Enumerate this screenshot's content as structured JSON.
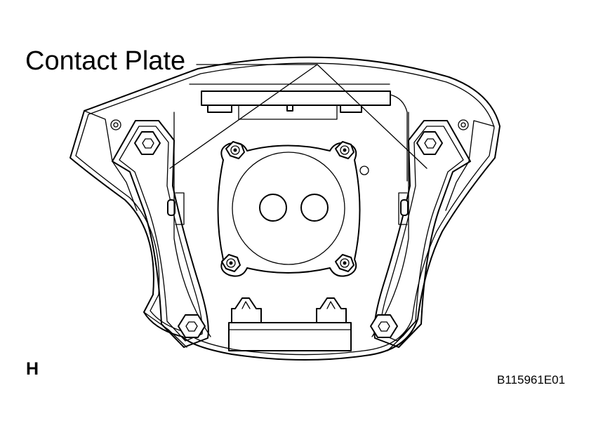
{
  "figure": {
    "callout_label": "Contact Plate",
    "view_letter": "H",
    "figure_code": "B115961E01"
  },
  "icons": {
    "outline": "steering-pad-rear-view",
    "bolts": "hex-socket-bolt",
    "nuts": "hex-nut"
  }
}
